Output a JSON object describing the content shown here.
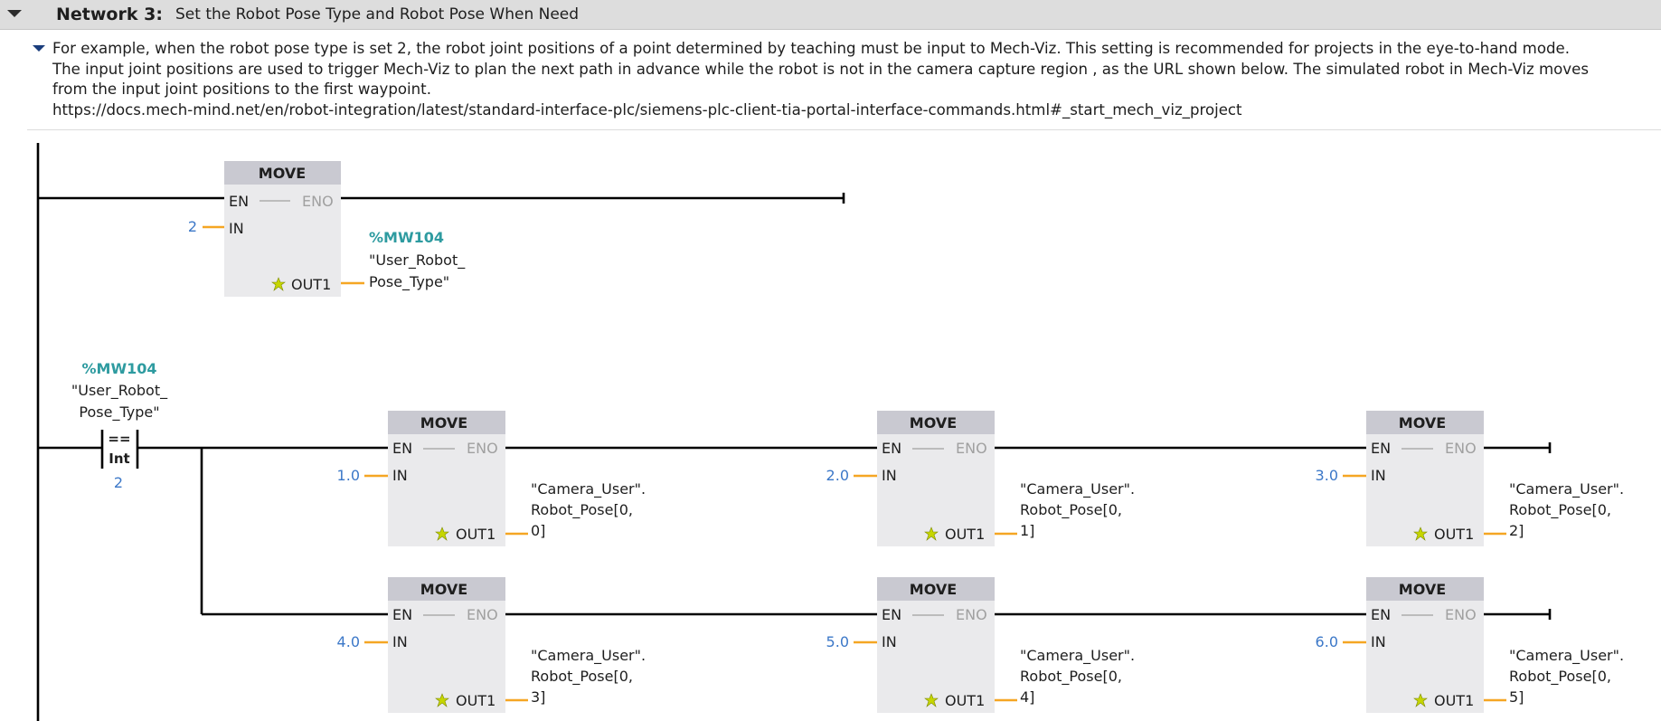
{
  "network": {
    "label": "Network 3:",
    "title": "Set the Robot Pose Type and Robot Pose When Need",
    "comment_lines": [
      "For example, when the robot pose type is set 2, the robot joint positions of a point determined by teaching must be input to Mech-Viz. This setting is recommended for projects in the eye-to-hand mode.",
      "The input joint positions are used to trigger Mech-Viz to plan the next path in advance while the robot is not in the camera capture region , as the URL shown below. The simulated robot in Mech-Viz moves",
      "from the input joint positions to the first waypoint.",
      "https://docs.mech-mind.net/en/robot-integration/latest/standard-interface-plc/siemens-plc-client-tia-portal-interface-commands.html#_start_mech_viz_project"
    ]
  },
  "rung1": {
    "block": {
      "title": "MOVE",
      "en": "EN",
      "eno": "ENO",
      "in": "IN",
      "out": "OUT1",
      "in_value": "2",
      "out_address": "%MW104",
      "out_symbol_lines": [
        "\"User_Robot_",
        "Pose_Type\""
      ]
    }
  },
  "rung2": {
    "contact": {
      "address": "%MW104",
      "symbol_lines": [
        "\"User_Robot_",
        "Pose_Type\""
      ],
      "operator": "==",
      "type": "Int",
      "compare_value": "2"
    },
    "blocks": [
      {
        "title": "MOVE",
        "en": "EN",
        "eno": "ENO",
        "in": "IN",
        "out": "OUT1",
        "in_value": "1.0",
        "out_lines": [
          "\"Camera_User\".",
          "Robot_Pose[0,",
          "0]"
        ]
      },
      {
        "title": "MOVE",
        "en": "EN",
        "eno": "ENO",
        "in": "IN",
        "out": "OUT1",
        "in_value": "2.0",
        "out_lines": [
          "\"Camera_User\".",
          "Robot_Pose[0,",
          "1]"
        ]
      },
      {
        "title": "MOVE",
        "en": "EN",
        "eno": "ENO",
        "in": "IN",
        "out": "OUT1",
        "in_value": "3.0",
        "out_lines": [
          "\"Camera_User\".",
          "Robot_Pose[0,",
          "2]"
        ]
      },
      {
        "title": "MOVE",
        "en": "EN",
        "eno": "ENO",
        "in": "IN",
        "out": "OUT1",
        "in_value": "4.0",
        "out_lines": [
          "\"Camera_User\".",
          "Robot_Pose[0,",
          "3]"
        ]
      },
      {
        "title": "MOVE",
        "en": "EN",
        "eno": "ENO",
        "in": "IN",
        "out": "OUT1",
        "in_value": "5.0",
        "out_lines": [
          "\"Camera_User\".",
          "Robot_Pose[0,",
          "4]"
        ]
      },
      {
        "title": "MOVE",
        "en": "EN",
        "eno": "ENO",
        "in": "IN",
        "out": "OUT1",
        "in_value": "6.0",
        "out_lines": [
          "\"Camera_User\".",
          "Robot_Pose[0,",
          "5]"
        ]
      }
    ]
  },
  "colors": {
    "pin_wire": "#f5a623",
    "address": "#2e9ba0",
    "constant": "#3c78c8",
    "block_header": "#c9c9d1",
    "block_body": "#eaeaec",
    "header_bg": "#dddddd"
  },
  "icons": [
    "collapse-arrow-icon",
    "comment-toggle-icon",
    "output-asterisk-icon"
  ]
}
